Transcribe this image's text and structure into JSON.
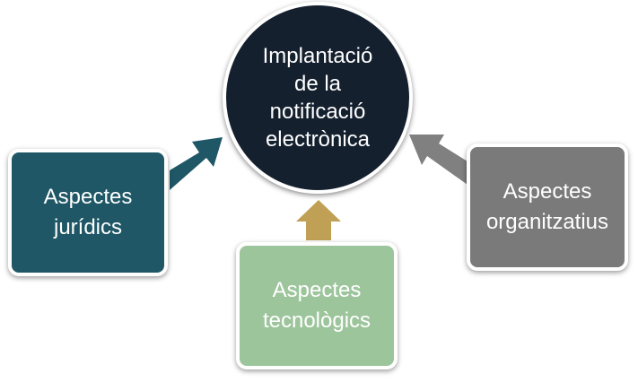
{
  "center": {
    "line1": "Implantació",
    "line2": "de la",
    "line3": "notificació",
    "line4": "electrònica"
  },
  "boxes": {
    "juridics": {
      "line1": "Aspectes",
      "line2": "jurídics",
      "color": "#1f5766"
    },
    "tecnologics": {
      "line1": "Aspectes",
      "line2": "tecnològics",
      "color": "#9dc59c"
    },
    "organitzatius": {
      "line1": "Aspectes",
      "line2": "organitzatius",
      "color": "#7a7a7a"
    }
  },
  "arrows": {
    "left": "#1f5766",
    "bottom": "#c0a055",
    "right": "#808080"
  }
}
